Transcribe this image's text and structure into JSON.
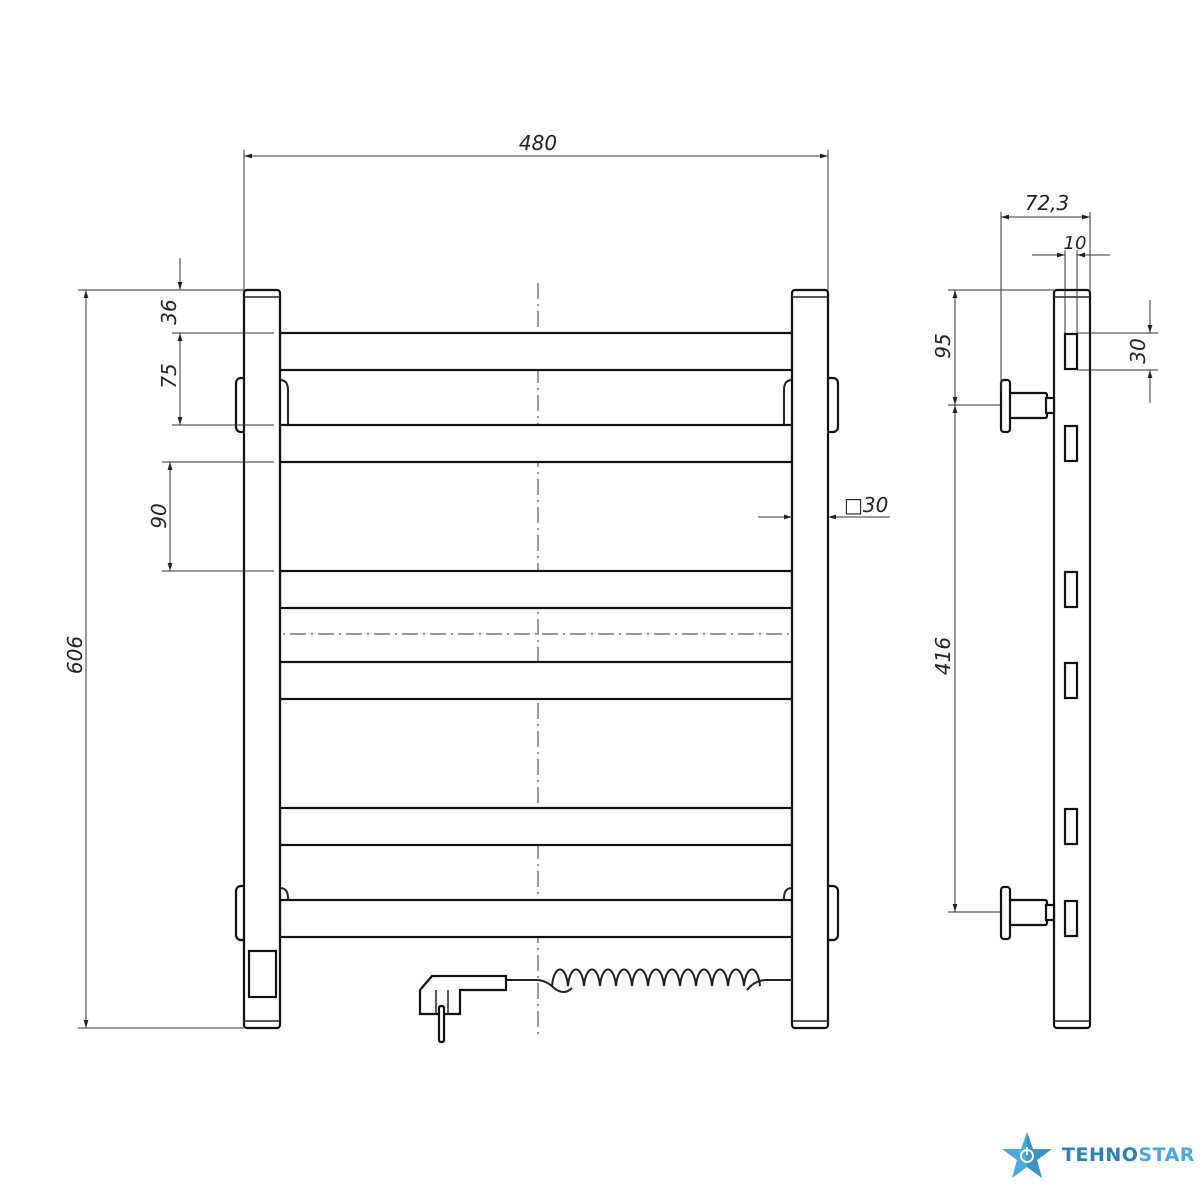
{
  "dimensions": {
    "width": "480",
    "height": "606",
    "top_offset": "36",
    "rail_gap_top": "75",
    "rail_gap_mid": "90",
    "tube_section": "□30",
    "depth": "72,3",
    "slot_depth": "10",
    "bracket_offset": "95",
    "bracket_spacing": "416",
    "slot_height": "30"
  },
  "logo": {
    "brand_part1": "TEHNO",
    "brand_part2": "STAR",
    "color_dark": "#2e7fb8",
    "color_light": "#4aa8dc"
  }
}
